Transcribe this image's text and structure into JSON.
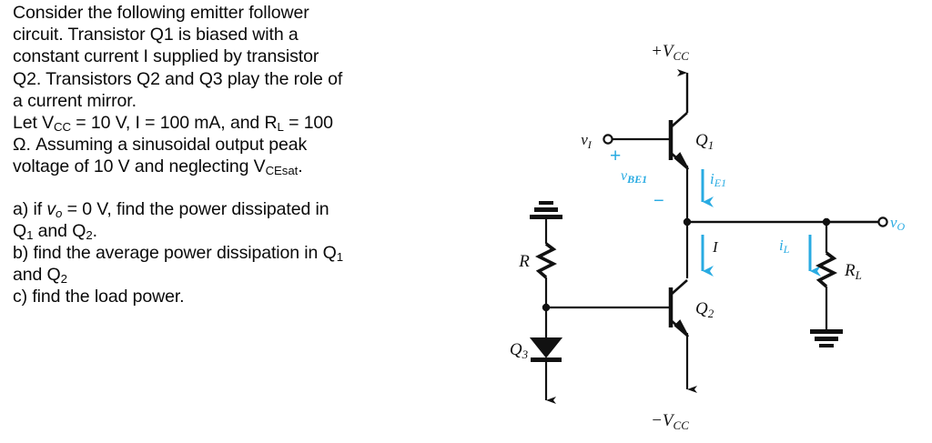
{
  "problem": {
    "paragraphs": [
      "Consider the following emitter follower",
      "circuit. Transistor Q1 is biased with a",
      "constant current I supplied by transistor",
      "Q2. Transistors Q2 and Q3 play the role of",
      "a current mirror."
    ],
    "given_line_1_pre": "Let V",
    "given_line_1_sub": "CC",
    "given_line_1_mid": " = 10 V, I = 100 mA, and R",
    "given_line_1_sub2": "L",
    "given_line_1_post": " = 100",
    "given_line_2": "Ω. Assuming a sinusoidal output peak",
    "given_line_3_pre": "voltage of 10 V and neglecting V",
    "given_line_3_sub": "CEsat",
    "given_line_3_post": ".",
    "questions": [
      {
        "id": "a",
        "line1_pre": "a) if ",
        "line1_var": "v",
        "line1_var_sub": "o",
        "line1_post": " = 0 V, find the power dissipated in",
        "line2_pre": "Q",
        "line2_sub1": "1",
        "line2_mid": " and Q",
        "line2_sub2": "2",
        "line2_post": "."
      },
      {
        "id": "b",
        "line1_pre": "b) find the average power dissipation in Q",
        "line1_sub": "1",
        "line2_pre": "and Q",
        "line2_sub": "2"
      },
      {
        "id": "c",
        "line1": "c) find the load power."
      }
    ]
  },
  "circuit": {
    "title": "emitter-follower-with-current-mirror",
    "colors": {
      "wire": "#111111",
      "annotation": "#29abe2",
      "text": "#111111",
      "background": "#ffffff"
    },
    "labels": {
      "vcc_positive": "+V",
      "vcc_positive_sub": "CC",
      "vcc_negative": "−V",
      "vcc_negative_sub": "CC",
      "q1": "Q",
      "q1_sub": "1",
      "q2": "Q",
      "q2_sub": "2",
      "q3": "Q",
      "q3_sub": "3",
      "resistor_r": "R",
      "resistor_rl": "R",
      "resistor_rl_sub": "L",
      "input_node": "v",
      "input_node_sub": "I",
      "output_node": "v",
      "output_node_sub": "O",
      "vbe1": "v",
      "vbe1_sub": "BE1",
      "plus_sign": "+",
      "minus_sign": "−",
      "current_ie1": "i",
      "current_ie1_sub": "E1",
      "current_i": "I",
      "current_il": "i",
      "current_il_sub": "L"
    }
  }
}
